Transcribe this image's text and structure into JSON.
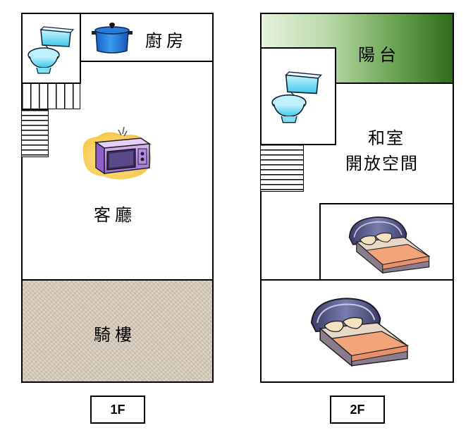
{
  "floor1": {
    "label": "1F",
    "rooms": {
      "kitchen": "廚房",
      "living": "客廳",
      "arcade": "騎樓"
    }
  },
  "floor2": {
    "label": "2F",
    "rooms": {
      "balcony": "陽台",
      "washitsu_line1": "和室",
      "washitsu_line2": "開放空間"
    }
  },
  "colors": {
    "balcony_green_light": "#e6f2de",
    "balcony_green_dark": "#2f6b1c",
    "arcade_beige": "#d9cfbf",
    "toilet_blue": "#5fd8f0",
    "pot_blue": "#1e6fd6",
    "bed_cover": "#f0a878",
    "headboard": "#5a5c8c"
  },
  "icons": [
    "toilet-icon",
    "pot-icon",
    "microwave-icon",
    "bed-icon",
    "stairs-icon"
  ]
}
